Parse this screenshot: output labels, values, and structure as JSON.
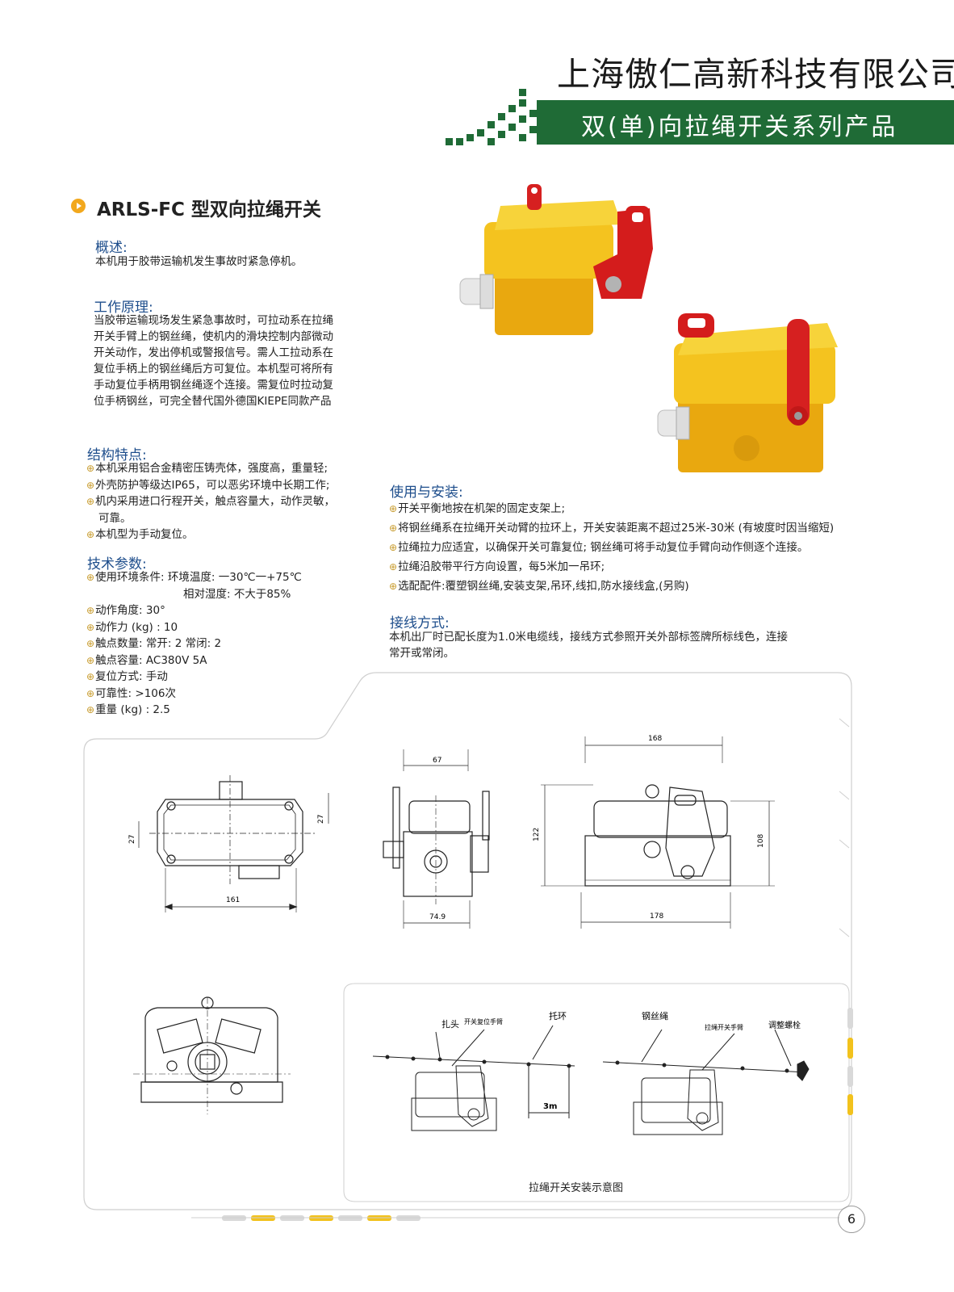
{
  "header": {
    "company": "上海傲仁高新科技有限公司",
    "series": "双(单)向拉绳开关系列产品",
    "colors": {
      "brand_green": "#1f6b36",
      "accent_yellow": "#f2c21d",
      "heading_blue": "#1e4e8c"
    }
  },
  "product": {
    "title": "ARLS-FC 型双向拉绳开关"
  },
  "overview": {
    "heading": "概述:",
    "text": "本机用于胶带运输机发生事故时紧急停机。"
  },
  "principle": {
    "heading": "工作原理:",
    "lines": [
      "当胶带运输现场发生紧急事故时，可拉动系在拉绳",
      "开关手臂上的钢丝绳，使机内的滑块控制内部微动",
      "开关动作，发出停机或警报信号。需人工拉动系在",
      "复位手柄上的钢丝绳后方可复位。本机型可将所有",
      "手动复位手柄用钢丝绳逐个连接。需复位时拉动复",
      "位手柄钢丝，可完全替代国外德国KIEPE同款产品"
    ]
  },
  "structure": {
    "heading": "结构特点:",
    "items": [
      "本机采用铝合金精密压铸壳体，强度高，重量轻;",
      "外壳防护等级达IP65，可以恶劣环境中长期工作;",
      "机内采用进口行程开关，触点容量大，动作灵敏，",
      "可靠。",
      "本机型为手动复位。"
    ]
  },
  "tech": {
    "heading": "技术参数:",
    "items": [
      "使用环境条件: 环境温度: 一30℃一+75℃",
      "相对湿度: 不大于85%",
      "动作角度: 30°",
      "动作力 (kg) : 10",
      "触点数量: 常开: 2  常闭: 2",
      "触点容量: AC380V 5A",
      "复位方式: 手动",
      "可靠性: >106次",
      "重量 (kg) : 2.5"
    ]
  },
  "install": {
    "heading": "使用与安装:",
    "items": [
      "开关平衡地按在机架的固定支架上;",
      "将钢丝绳系在拉绳开关动臂的拉环上，开关安装距离不超过25米-30米 (有坡度时因当缩短)",
      "拉绳拉力应适宜，以确保开关可靠复位; 钢丝绳可将手动复位手臂向动作侧逐个连接。",
      "拉绳沿胶带平行方向设置，每5米加一吊环;",
      "选配配件:覆塑钢丝绳,安装支架,吊环,线扣,防水接线盒,(另购)"
    ]
  },
  "wiring": {
    "heading": "接线方式:",
    "lines": [
      "本机出厂时已配长度为1.0米电缆线，接线方式参照开关外部标签牌所标线色，连接",
      "常开或常闭。"
    ]
  },
  "dims": {
    "front_width": "161",
    "front_h1": "27",
    "front_h2": "27",
    "side_top": "67",
    "side_bottom": "74.9",
    "right_top": "168",
    "right_bottom": "178",
    "right_h_left": "122",
    "right_h_right": "108"
  },
  "install_diagram": {
    "label_tie": "扎头",
    "label_reset_arm": "开关复位手臂",
    "label_ring": "托环",
    "label_wire": "钢丝绳",
    "label_pull_arm": "拉绳开关手臂",
    "label_bolt": "调整螺栓",
    "spacing": "3m",
    "caption": "拉绳开关安装示意图"
  },
  "footer": {
    "page": "6"
  }
}
